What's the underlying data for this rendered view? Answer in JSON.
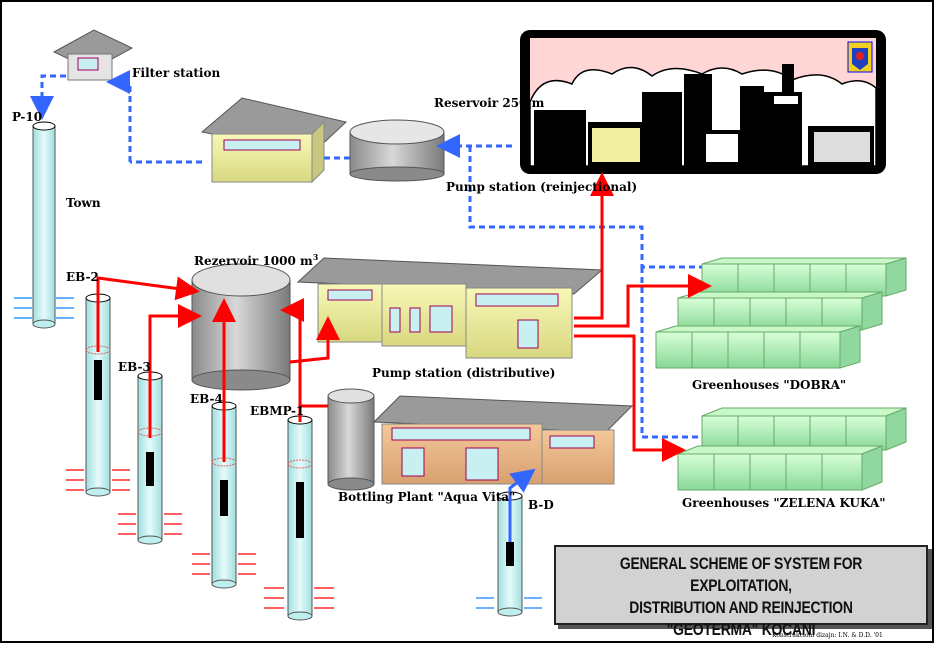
{
  "labels": {
    "filter_station": "Filter station",
    "p10": "P-10",
    "town": "Town",
    "reservoir_250": "Reservoir 250 m",
    "pump_station_reinjectional": "Pump station (reinjectional)",
    "rezervoir_1000": "Rezervoir 1000 m",
    "rezervoir_1000_sup": "3",
    "eb2": "EB-2",
    "eb3": "EB-3",
    "eb4": "EB-4",
    "ebmp1": "EBMP-1",
    "pump_station_distributive": "Pump station (distributive)",
    "bottling_plant": "Bottling Plant \"Aqua Vita\"",
    "bd": "B-D",
    "greenhouses_dobra": "Greenhouses \"DOBRA\"",
    "greenhouses_zelena": "Greenhouses \"ZELENA KUKA\""
  },
  "title": {
    "line1": "GENERAL SCHEME OF SYSTEM FOR EXPLOITATION,",
    "line2": "DISTRIBUTION AND REINJECTION",
    "line3": "\"GEOTERMA\" KOCANI"
  },
  "credit": "Konstrukcioni dizajn: I.N. & D.D. '01",
  "colors": {
    "hot_water": "#ff0000",
    "reinjection": "#3366ff",
    "well_fill": "#c8f0f0",
    "building_wall": "#f0f0a0",
    "roof": "#909090",
    "greenhouse": "#b8f0c0",
    "city_sky": "#ffd0d0"
  }
}
